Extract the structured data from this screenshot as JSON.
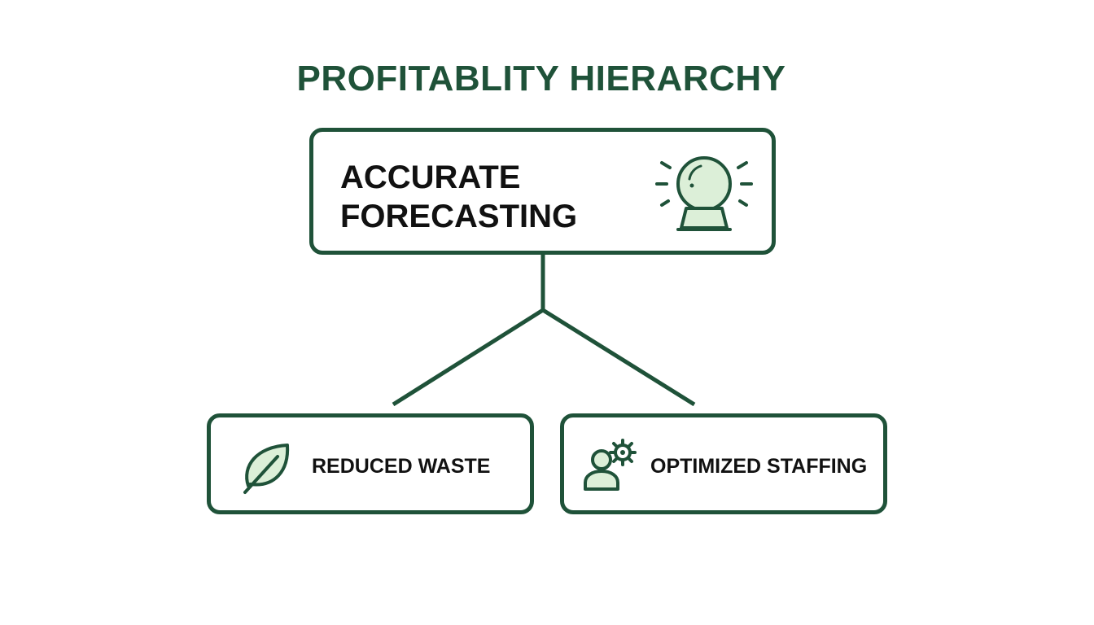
{
  "title": "PROFITABLITY HIERARCHY",
  "colors": {
    "primary": "#1f5239",
    "icon_fill": "#dcefd8",
    "text": "#111111",
    "background": "#ffffff"
  },
  "root": {
    "line1": "ACCURATE",
    "line2": "FORECASTING",
    "icon": "crystal-ball-icon"
  },
  "children": [
    {
      "label": "REDUCED WASTE",
      "icon": "leaf-icon"
    },
    {
      "label": "OPTIMIZED STAFFING",
      "icon": "person-gear-icon"
    }
  ]
}
